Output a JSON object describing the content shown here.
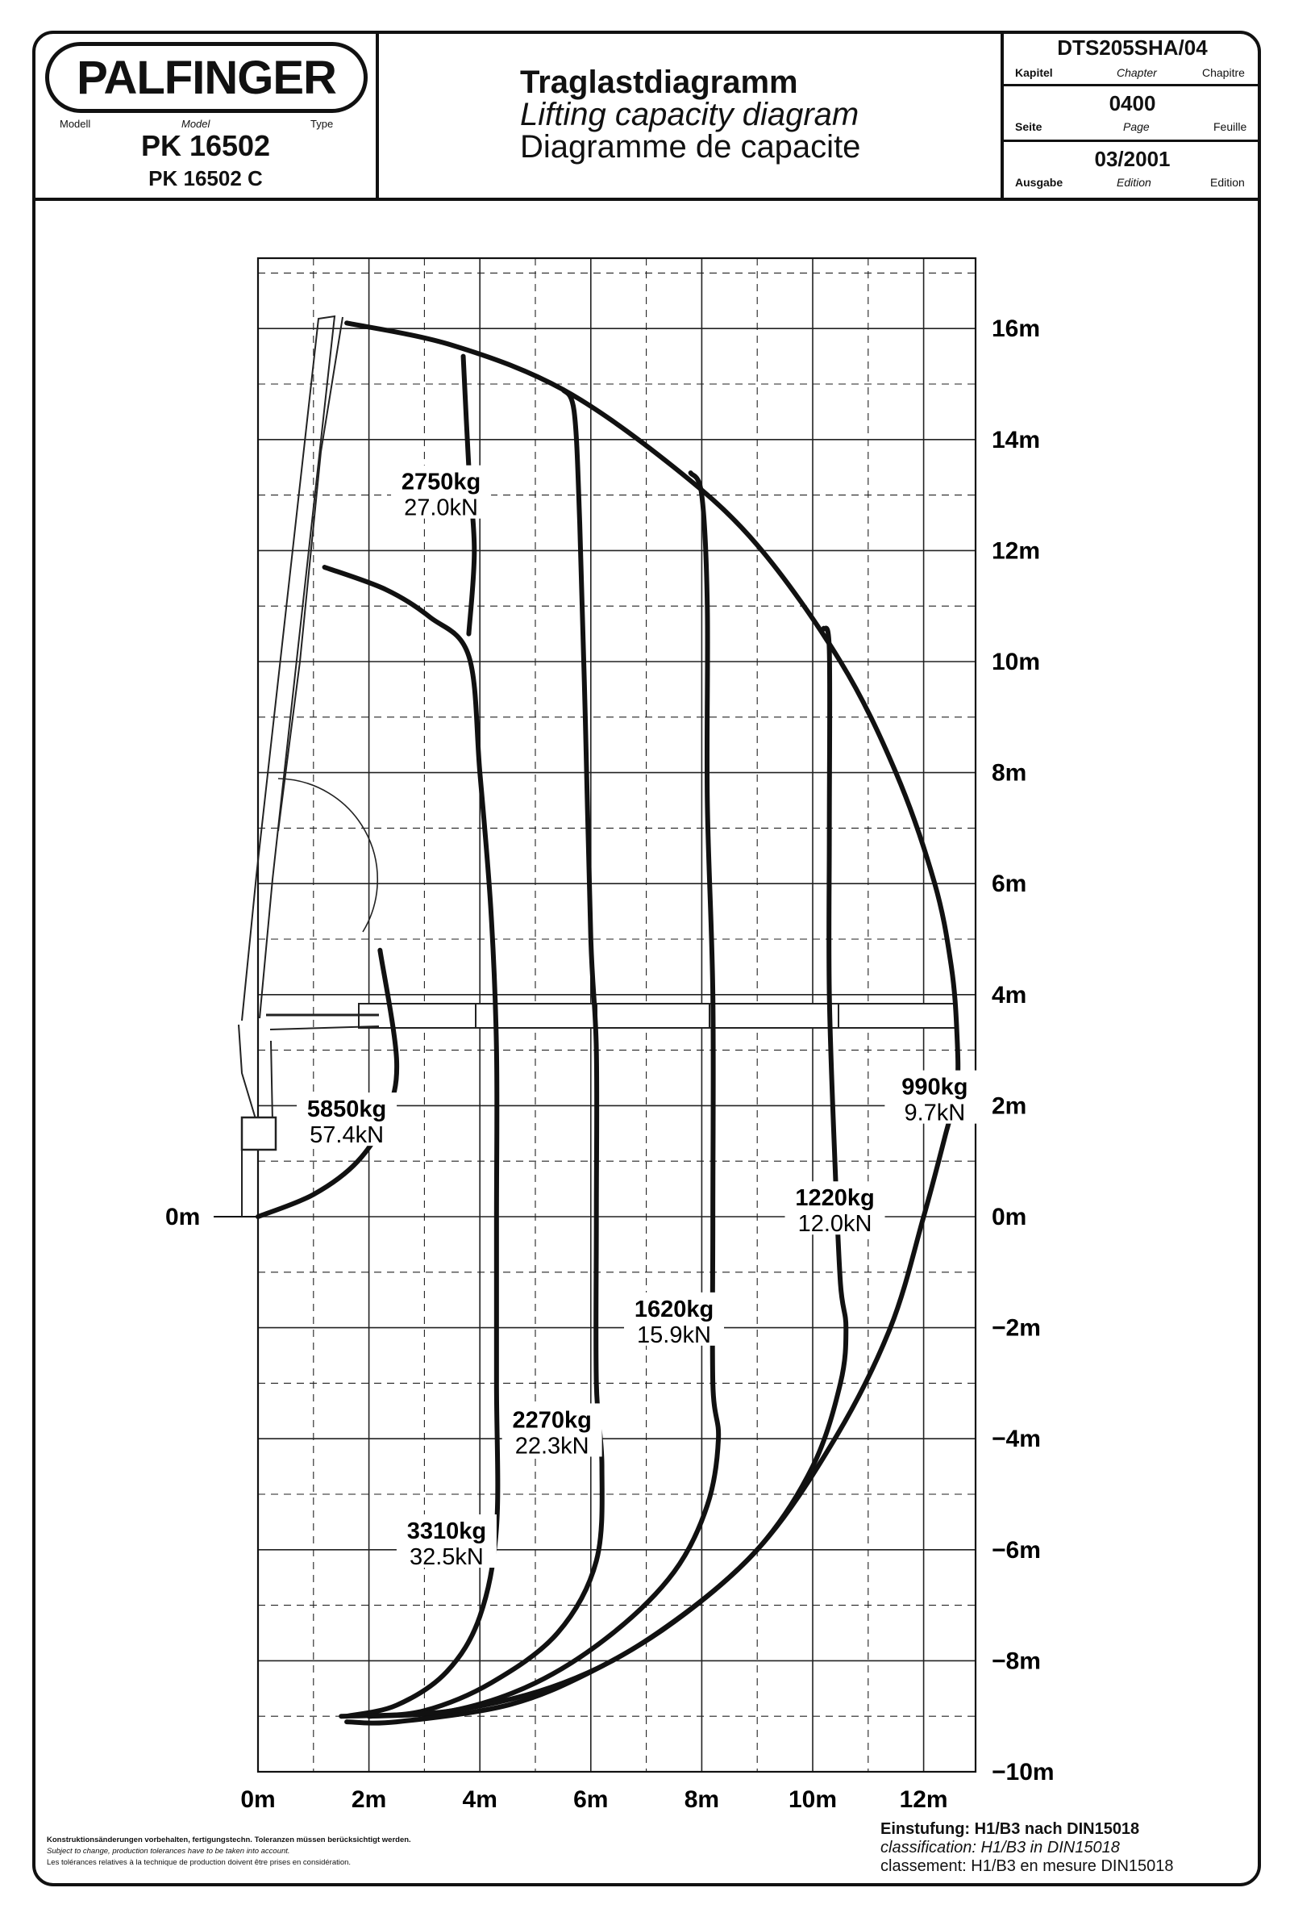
{
  "header": {
    "brand": "PALFINGER",
    "model_label_de": "Modell",
    "model_label_en": "Model",
    "model_label_fr": "Type",
    "model_name": "PK 16502",
    "model_variant": "PK 16502 C",
    "title_de": "Traglastdiagramm",
    "title_en": "Lifting capacity diagram",
    "title_fr": "Diagramme de capacite",
    "doc_code": "DTS205SHA/04",
    "chapter_de": "Kapitel",
    "chapter_en": "Chapter",
    "chapter_fr": "Chapitre",
    "page_value": "0400",
    "page_de": "Seite",
    "page_en": "Page",
    "page_fr": "Feuille",
    "edition_value": "03/2001",
    "edition_de": "Ausgabe",
    "edition_en": "Edition",
    "edition_fr": "Edition"
  },
  "chart_data": {
    "type": "line",
    "title": "",
    "xlabel": "",
    "ylabel": "",
    "xlim": [
      0,
      13
    ],
    "ylim": [
      -10,
      17
    ],
    "grid": true,
    "x_ticks": [
      "0m",
      "2m",
      "4m",
      "6m",
      "8m",
      "10m",
      "12m"
    ],
    "y_ticks": [
      "16m",
      "14m",
      "12m",
      "10m",
      "8m",
      "6m",
      "4m",
      "2m",
      "0m",
      "−2m",
      "−4m",
      "−6m",
      "−8m",
      "−10m"
    ],
    "series": [
      {
        "name": "5850kg",
        "label_kg": "5850kg",
        "label_kn": "57.4kN",
        "points": [
          [
            0.0,
            0.0
          ],
          [
            1.0,
            0.4
          ],
          [
            1.8,
            1.0
          ],
          [
            2.3,
            1.8
          ],
          [
            2.5,
            2.8
          ],
          [
            2.2,
            4.8
          ]
        ]
      },
      {
        "name": "3310kg",
        "label_kg": "3310kg",
        "label_kn": "32.5kN",
        "points": [
          [
            1.2,
            11.7
          ],
          [
            2.3,
            11.3
          ],
          [
            3.1,
            10.8
          ],
          [
            3.8,
            10.1
          ],
          [
            4.0,
            8.0
          ],
          [
            4.2,
            5.5
          ],
          [
            4.3,
            3.0
          ],
          [
            4.3,
            0.0
          ],
          [
            4.3,
            -3.0
          ],
          [
            4.3,
            -5.6
          ],
          [
            4.0,
            -7.2
          ],
          [
            3.4,
            -8.2
          ],
          [
            2.5,
            -8.8
          ],
          [
            1.6,
            -9.0
          ]
        ]
      },
      {
        "name": "2750kg",
        "label_kg": "2750kg",
        "label_kn": "27.0kN",
        "points": [
          [
            3.7,
            15.5
          ],
          [
            3.8,
            13.5
          ],
          [
            3.9,
            12.0
          ],
          [
            3.8,
            10.5
          ]
        ]
      },
      {
        "name": "2270kg",
        "label_kg": "2270kg",
        "label_kn": "22.3kN",
        "points": [
          [
            5.5,
            14.9
          ],
          [
            5.7,
            14.5
          ],
          [
            5.8,
            12.5
          ],
          [
            5.9,
            9.0
          ],
          [
            6.0,
            5.0
          ],
          [
            6.1,
            3.0
          ],
          [
            6.1,
            0.0
          ],
          [
            6.1,
            -3.0
          ],
          [
            6.2,
            -4.5
          ],
          [
            6.1,
            -6.2
          ],
          [
            5.4,
            -7.5
          ],
          [
            4.2,
            -8.4
          ],
          [
            3.0,
            -8.9
          ],
          [
            2.0,
            -9.0
          ]
        ]
      },
      {
        "name": "1620kg",
        "label_kg": "1620kg",
        "label_kn": "15.9kN",
        "points": [
          [
            7.8,
            13.4
          ],
          [
            8.0,
            13.0
          ],
          [
            8.1,
            11.0
          ],
          [
            8.1,
            7.5
          ],
          [
            8.2,
            4.0
          ],
          [
            8.2,
            0.0
          ],
          [
            8.2,
            -3.0
          ],
          [
            8.3,
            -4.0
          ],
          [
            8.1,
            -5.2
          ],
          [
            7.5,
            -6.4
          ],
          [
            6.4,
            -7.5
          ],
          [
            5.0,
            -8.4
          ],
          [
            3.5,
            -8.9
          ],
          [
            2.0,
            -9.0
          ]
        ]
      },
      {
        "name": "1220kg",
        "label_kg": "1220kg",
        "label_kn": "12.0kN",
        "points": [
          [
            10.2,
            10.6
          ],
          [
            10.3,
            10.2
          ],
          [
            10.3,
            7.0
          ],
          [
            10.3,
            4.0
          ],
          [
            10.4,
            1.0
          ],
          [
            10.5,
            -1.2
          ],
          [
            10.6,
            -2.0
          ],
          [
            10.5,
            -3.0
          ],
          [
            10.0,
            -4.5
          ],
          [
            9.0,
            -6.0
          ],
          [
            7.5,
            -7.3
          ],
          [
            6.0,
            -8.2
          ],
          [
            4.5,
            -8.8
          ],
          [
            2.5,
            -9.1
          ],
          [
            1.6,
            -9.1
          ]
        ]
      },
      {
        "name": "990kg",
        "label_kg": "990kg",
        "label_kn": "9.7kN",
        "points": [
          [
            1.6,
            16.1
          ],
          [
            3.5,
            15.7
          ],
          [
            5.5,
            14.9
          ],
          [
            7.5,
            13.5
          ],
          [
            9.0,
            12.1
          ],
          [
            10.5,
            10.0
          ],
          [
            11.5,
            8.0
          ],
          [
            12.2,
            6.0
          ],
          [
            12.5,
            4.5
          ],
          [
            12.6,
            3.3
          ],
          [
            12.6,
            2.3
          ],
          [
            12.4,
            1.5
          ],
          [
            12.0,
            0.0
          ],
          [
            11.4,
            -2.0
          ],
          [
            10.4,
            -4.0
          ],
          [
            9.0,
            -6.0
          ],
          [
            7.2,
            -7.5
          ],
          [
            5.5,
            -8.4
          ],
          [
            3.5,
            -8.9
          ],
          [
            1.5,
            -9.0
          ]
        ]
      }
    ]
  },
  "footer": {
    "note_de": "Konstruktionsänderungen vorbehalten, fertigungstechn. Toleranzen müssen berücksichtigt werden.",
    "note_en": "Subject to change, production tolerances have to be taken into account.",
    "note_fr": "Les tolérances relatives à la technique de production doivent être prises en considération.",
    "class_de": "Einstufung: H1/B3 nach DIN15018",
    "class_en": "classification: H1/B3 in DIN15018",
    "class_fr": "classement: H1/B3 en mesure DIN15018"
  }
}
